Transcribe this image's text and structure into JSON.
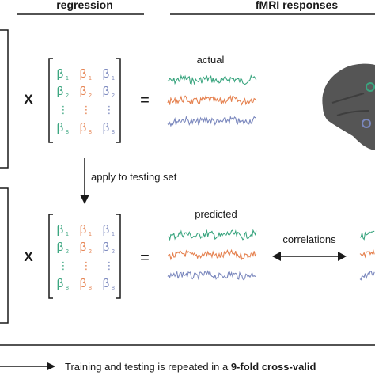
{
  "headers": {
    "regression": "regression",
    "fmri": "fMRI responses"
  },
  "labels": {
    "times": "X",
    "equals": "=",
    "apply": "apply to testing set",
    "actual": "actual",
    "predicted": "predicted",
    "correlations": "correlations"
  },
  "beta": {
    "symbol": "β",
    "rows": [
      "1",
      "2",
      "8"
    ],
    "dots": "⋮"
  },
  "footer": {
    "prefix": "Training and testing is repeated in a ",
    "bold": "9-fold cross-valid"
  },
  "colors": {
    "green": "#3aa57f",
    "orange": "#e5814f",
    "blue": "#7a87bd",
    "ink": "#1a1a1a",
    "brain": "#555555"
  },
  "brain_dots": [
    {
      "color": "green"
    },
    {
      "color": "blue"
    }
  ]
}
